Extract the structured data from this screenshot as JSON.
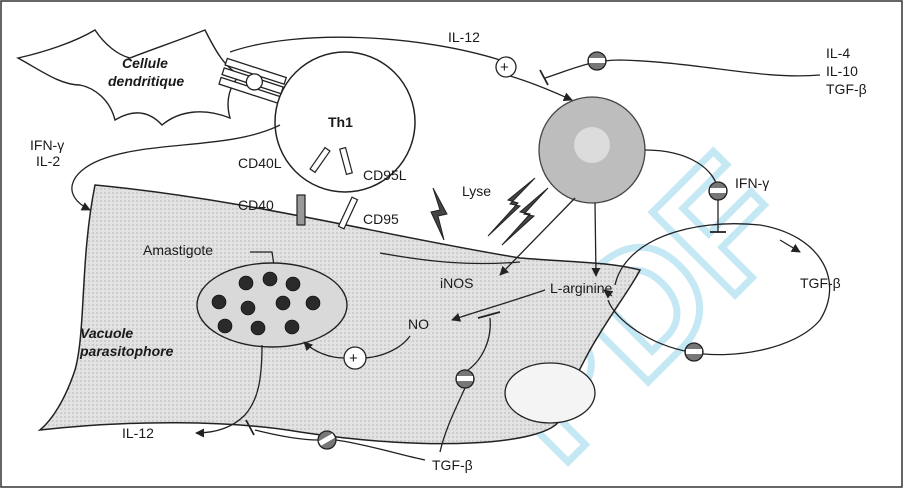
{
  "labels": {
    "cellule_line1": "Cellule",
    "cellule_line2": "dendritique",
    "th1": "Th1",
    "il12_top": "IL-12",
    "il4": "IL-4",
    "il10": "IL-10",
    "tgfb_right_top": "TGF-β",
    "ifn_left": "IFN-γ",
    "il2_left": "IL-2",
    "cd40l": "CD40L",
    "cd95l": "CD95L",
    "cd40": "CD40",
    "cd95": "CD95",
    "lyse": "Lyse",
    "ifn_right": "IFN-γ",
    "amastigote": "Amastigote",
    "inos": "iNOS",
    "l_arginine": "L-arginine",
    "tgfb_circle": "TGF-β",
    "no": "NO",
    "vacuole_line1": "Vacuole",
    "vacuole_line2": "parasitophore",
    "il12_bottom": "IL-12",
    "tgfb_bottom": "TGF-β",
    "plus": "+"
  },
  "watermark_text": "PDF",
  "colors": {
    "line": "#222222",
    "macrophage_fill": "#e6e6e6",
    "nk_cell_fill": "#bdbdbd",
    "amastigote_fill": "#2a2a2a",
    "vacuole_fill": "#d9d9d9",
    "watermark": "#bfe6f5"
  }
}
